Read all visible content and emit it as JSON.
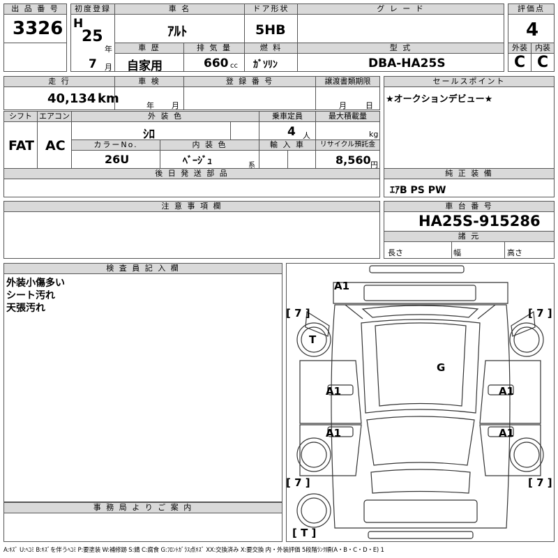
{
  "headers": {
    "lot_no": "出 品 番 号",
    "first_reg": "初度登録",
    "car_name": "車 名",
    "door": "ドア形状",
    "grade": "グ レ ー ド",
    "score": "評価点",
    "history": "車 歴",
    "displacement": "排 気 量",
    "fuel": "燃 料",
    "model_code": "型 式",
    "exterior": "外装",
    "interior": "内装",
    "mileage": "走 行",
    "inspection": "車 検",
    "reg_no": "登 録 番 号",
    "transfer_deadline": "譲渡書類期限",
    "sales_point": "セールスポイント",
    "shift": "シフト",
    "aircon": "エアコン",
    "ext_color": "外 装 色",
    "capacity": "乗車定員",
    "max_load": "最大積載量",
    "color_no": "カラーNo.",
    "int_color": "内 装 色",
    "import": "輸 入 車",
    "recycle": "リサイクル預託金",
    "later_parts": "後 日 発 送 部 品",
    "genuine_equipment": "純 正 装 備",
    "notes": "注 意 事 項 欄",
    "chassis_no": "車 台 番 号",
    "specs": "諸 元",
    "inspector": "検 査 員 記 入 欄",
    "office": "事 務 局 よ り ご 案 内"
  },
  "vehicle": {
    "lot_number": "3326",
    "era": "H",
    "year": "25",
    "year_unit": "年",
    "month": "7",
    "month_unit": "月",
    "car_name": "ｱﾙﾄ",
    "door_type": "5HB",
    "grade": "",
    "score": "4",
    "history": "自家用",
    "displacement": "660",
    "displacement_unit": "cc",
    "fuel": "ｶﾞｿﾘﾝ",
    "model_code": "DBA-HA25S",
    "exterior_grade": "C",
    "interior_grade": "C",
    "mileage": "40,134",
    "mileage_unit": "km",
    "inspection_year_unit": "年",
    "inspection_month_unit": "月",
    "transfer_month_unit": "月",
    "transfer_day_unit": "日",
    "sales_point": "★オークションデビュー★",
    "shift": "FAT",
    "aircon": "AC",
    "ext_color": "ｼﾛ",
    "capacity": "4",
    "capacity_unit": "人",
    "max_load_unit": "kg",
    "color_no": "26U",
    "int_color": "ﾍﾞｰｼﾞｭ",
    "int_color_unit": "系",
    "recycle_fee": "8,560",
    "recycle_unit": "円",
    "genuine_equipment": "ｴｱB PS PW",
    "chassis_no": "HA25S-915286",
    "length_label": "長さ",
    "width_label": "幅",
    "height_label": "高さ"
  },
  "inspector_notes": [
    "外装小傷多い",
    "シート汚れ",
    "天張汚れ"
  ],
  "diagram": {
    "top": "A1",
    "side_fl": "[ 7 ]",
    "side_fr": "[ 7 ]",
    "side_rl": "[ 7 ]",
    "side_rr": "[ 7 ]",
    "tire_front_left": "T",
    "roof": "G",
    "front_door_left": "A1",
    "front_door_right": "A1",
    "rear_door_left": "A1",
    "rear_door_right": "A1",
    "bottom": "[ T ]"
  },
  "legend": "A:ｷｽﾞ U:ﾍｺﾐ B:ｷｽﾞを伴うﾍｺﾐ P:要塗装 W:補修跡 S:錆 C:腐食 G:ﾌﾛﾝﾄｶﾞﾗｽ点ｷｽﾞ XX:交換済み X:要交換 内・外装評価 5段階ﾗﾝｸ順(A・B・C・D・E) 1"
}
